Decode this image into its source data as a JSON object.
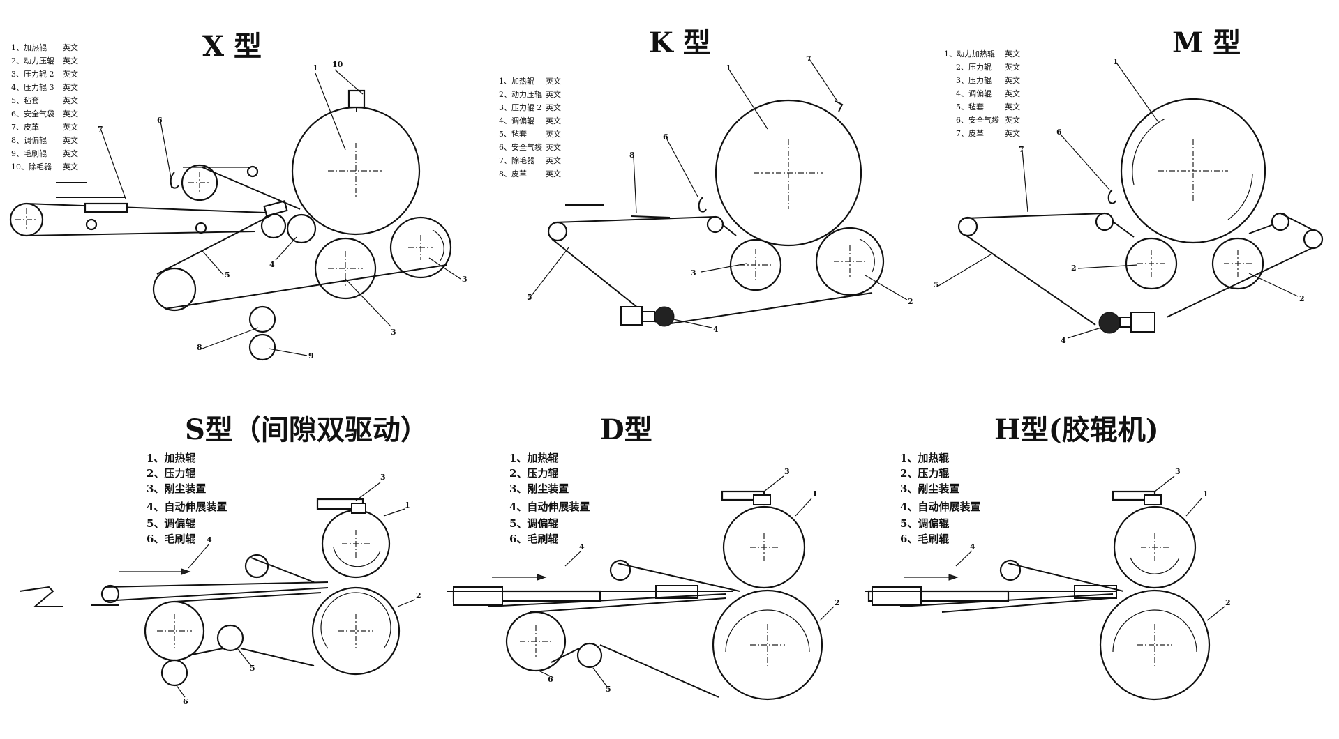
{
  "panels": [
    {
      "id": "x",
      "title": "X 型",
      "legend": [
        "1、加热辊",
        "2、动力压辊",
        "3、压力辊 2",
        "4、压力辊 3",
        "5、毡套",
        "6、安全气袋",
        "7、皮革",
        "8、调偏辊",
        "9、毛刷辊",
        "10、除毛器"
      ],
      "legend_suffix": "英文",
      "callouts": [
        "1",
        "3",
        "3",
        "4",
        "5",
        "6",
        "7",
        "8",
        "9",
        "10"
      ]
    },
    {
      "id": "k",
      "title": "K 型",
      "legend": [
        "1、加热辊",
        "2、动力压辊",
        "3、压力辊 2",
        "4、调偏辊",
        "5、毡套",
        "6、安全气袋",
        "7、除毛器",
        "8、皮革"
      ],
      "legend_suffix": "英文",
      "callouts": [
        "1",
        "2",
        "3",
        "4",
        "5",
        "6",
        "7",
        "8"
      ]
    },
    {
      "id": "m",
      "title": "M 型",
      "legend": [
        "1、动力加热辊",
        "2、压力辊",
        "3、压力辊",
        "4、调偏辊",
        "5、毡套",
        "6、安全气袋",
        "7、皮革"
      ],
      "legend_suffix": "英文",
      "callouts": [
        "1",
        "2",
        "2",
        "4",
        "5",
        "6",
        "7"
      ]
    },
    {
      "id": "s",
      "title": "S型（间隙双驱动）",
      "legend": [
        "1、加热辊",
        "2、压力辊",
        "3、剐尘装置",
        "4、自动伸展装置",
        "5、调偏辊",
        "6、毛刷辊"
      ],
      "callouts": [
        "1",
        "2",
        "3",
        "4",
        "5",
        "6"
      ]
    },
    {
      "id": "d",
      "title": "D型",
      "legend": [
        "1、加热辊",
        "2、压力辊",
        "3、剐尘装置",
        "4、自动伸展装置",
        "5、调偏辊",
        "6、毛刷辊"
      ],
      "callouts": [
        "1",
        "2",
        "3",
        "4",
        "5",
        "6"
      ]
    },
    {
      "id": "h",
      "title": "H型(胶辊机)",
      "legend": [
        "1、加热辊",
        "2、压力辊",
        "3、剐尘装置",
        "4、自动伸展装置",
        "5、调偏辊",
        "6、毛刷辊"
      ],
      "callouts": [
        "1",
        "2",
        "3",
        "4"
      ]
    }
  ]
}
